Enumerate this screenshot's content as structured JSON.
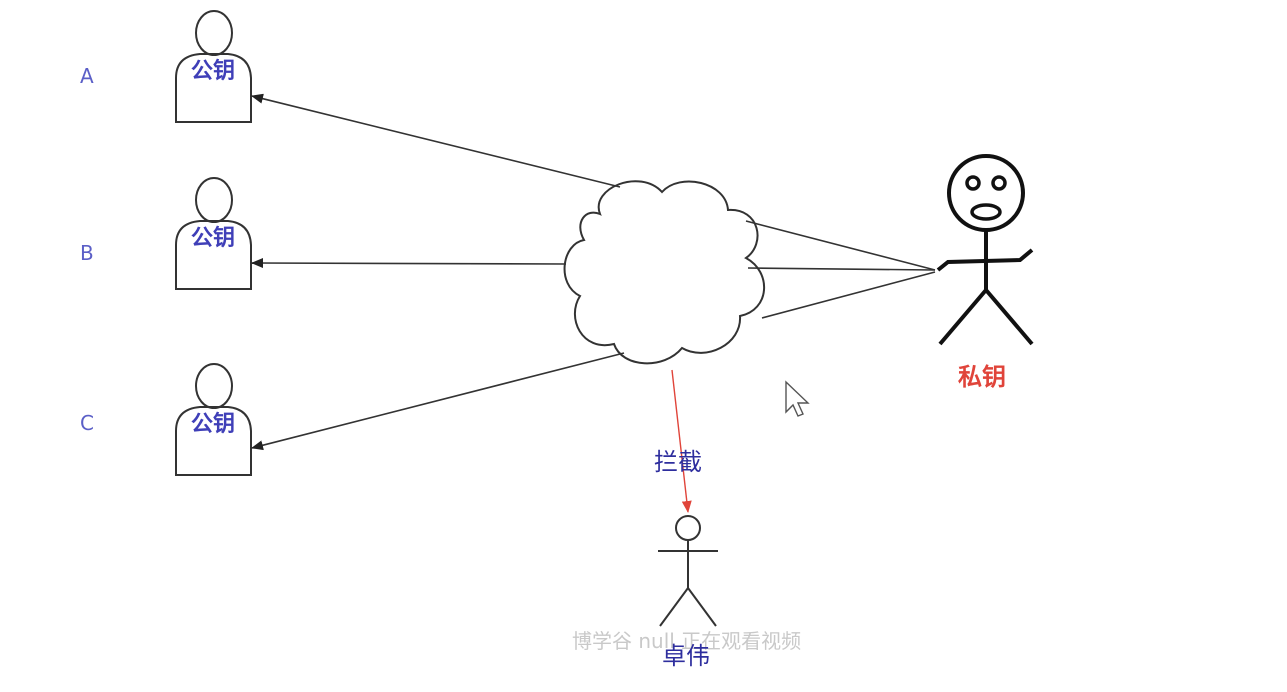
{
  "users": [
    {
      "label": "A",
      "key_label": "公钥"
    },
    {
      "label": "B",
      "key_label": "公钥"
    },
    {
      "label": "C",
      "key_label": "公钥"
    }
  ],
  "intercept_label": "拦截",
  "private_key_label": "私钥",
  "interceptor_name": "卓伟",
  "watermark": "博学谷 null 正在观看视频",
  "colors": {
    "arrow": "#333333",
    "intercept_arrow": "#e0443a",
    "row_label": "#5b5fc7",
    "key_label": "#3f3fb8",
    "private_key": "#e0443a"
  }
}
